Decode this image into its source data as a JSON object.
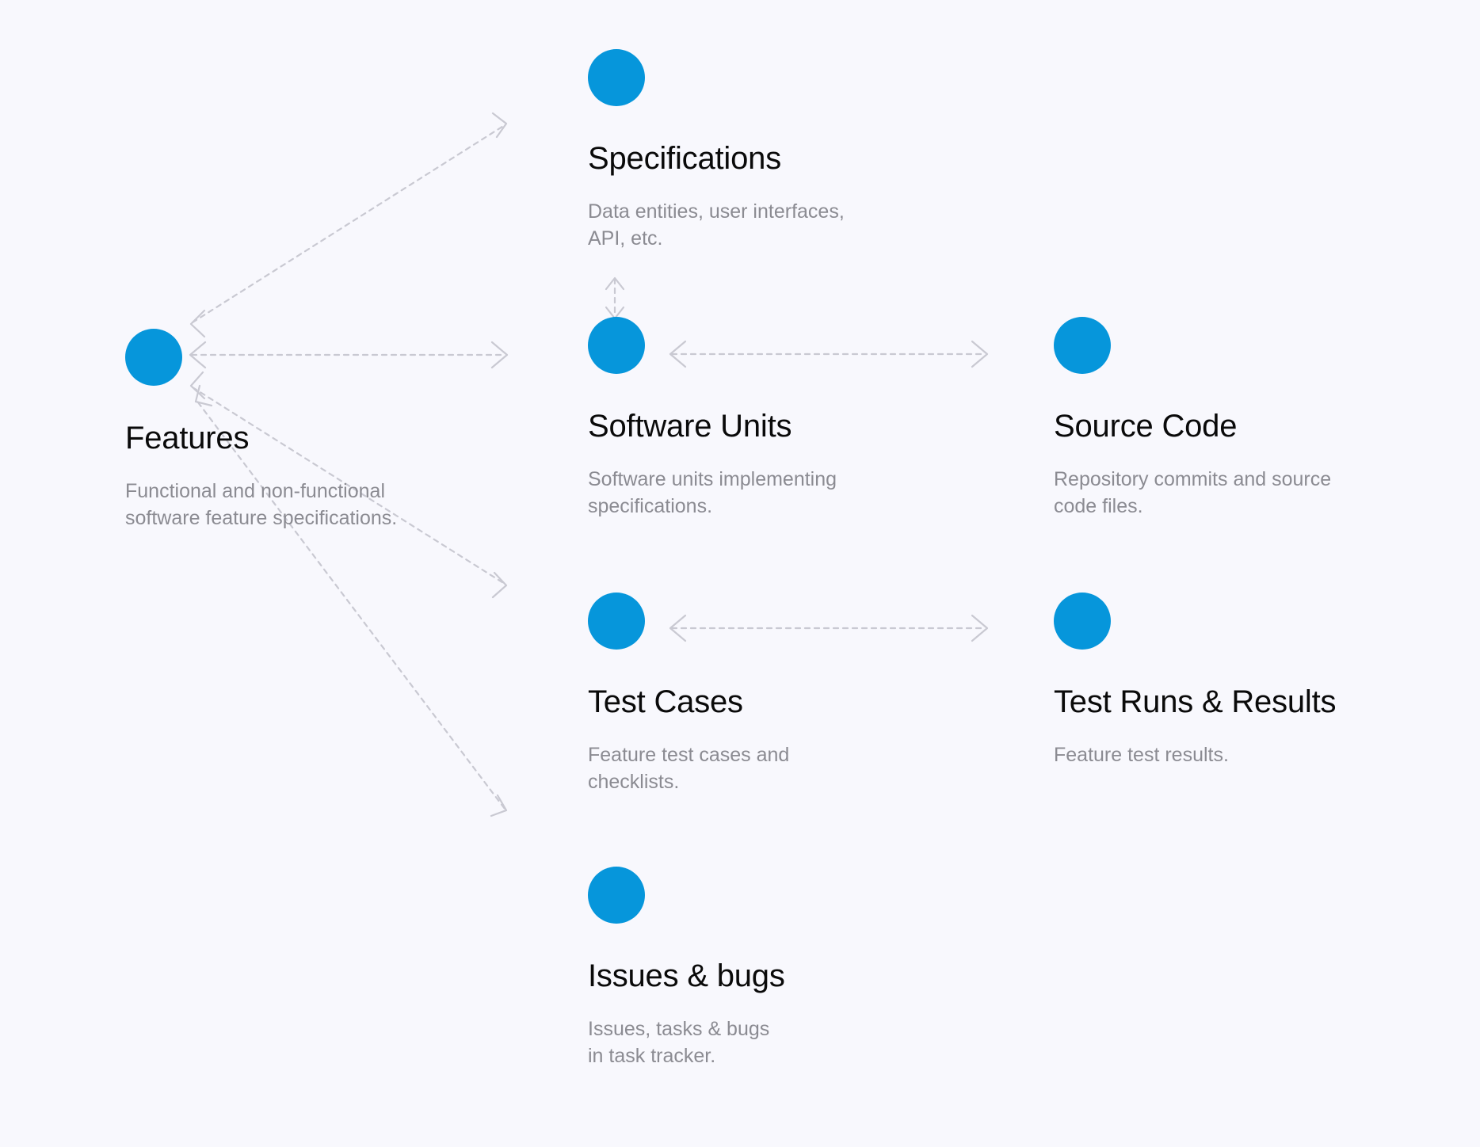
{
  "diagram": {
    "background_color": "#f8f8fd",
    "accent_color": "#0696db",
    "edge_color": "#c9c9d2",
    "nodes": [
      {
        "id": "specifications",
        "title": "Specifications",
        "description": "Data entities, user interfaces,\nAPI, etc.",
        "icon": "blue-circle-node-icon"
      },
      {
        "id": "features",
        "title": "Features",
        "description": "Functional and non-functional\nsoftware feature specifications.",
        "icon": "blue-circle-node-icon"
      },
      {
        "id": "software_units",
        "title": "Software Units",
        "description": "Software units implementing\nspecifications.",
        "icon": "blue-circle-node-icon"
      },
      {
        "id": "source_code",
        "title": "Source Code",
        "description": "Repository commits and source\ncode files.",
        "icon": "blue-circle-node-icon"
      },
      {
        "id": "test_cases",
        "title": "Test Cases",
        "description": "Feature test cases and\nchecklists.",
        "icon": "blue-circle-node-icon"
      },
      {
        "id": "test_runs",
        "title": "Test Runs & Results",
        "description": "Feature test results.",
        "icon": "blue-circle-node-icon"
      },
      {
        "id": "issues_bugs",
        "title": "Issues & bugs",
        "description": "Issues, tasks & bugs\nin task tracker.",
        "icon": "blue-circle-node-icon"
      }
    ],
    "edges": [
      {
        "id": "features-specifications",
        "from": "features",
        "to": "specifications",
        "style": "dashed",
        "direction": "both"
      },
      {
        "id": "features-software-units",
        "from": "features",
        "to": "software_units",
        "style": "dashed",
        "direction": "both"
      },
      {
        "id": "features-test-cases",
        "from": "features",
        "to": "test_cases",
        "style": "dashed",
        "direction": "both"
      },
      {
        "id": "features-issues-bugs",
        "from": "features",
        "to": "issues_bugs",
        "style": "dashed",
        "direction": "both"
      },
      {
        "id": "specifications-software-units",
        "from": "specifications",
        "to": "software_units",
        "style": "dashed",
        "direction": "both"
      },
      {
        "id": "software-units-source-code",
        "from": "software_units",
        "to": "source_code",
        "style": "dashed",
        "direction": "both"
      },
      {
        "id": "test-cases-test-runs",
        "from": "test_cases",
        "to": "test_runs",
        "style": "dashed",
        "direction": "both"
      }
    ]
  }
}
